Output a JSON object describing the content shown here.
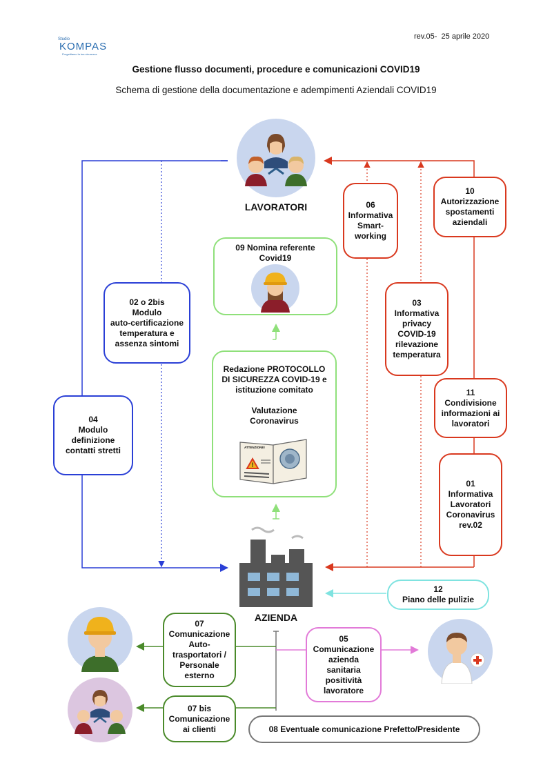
{
  "header": {
    "logo_studio": "Studio",
    "logo_name": "KOMPAS",
    "logo_tagline": "Progettiamo la tua sicurezza",
    "revision": "rev.05-  25 aprile 2020",
    "title": "Gestione flusso documenti, procedure e comunicazioni COVID19",
    "subtitle": "Schema di gestione della documentazione e adempimenti Aziendali COVID19"
  },
  "nodes": {
    "lavoratori": "LAVORATORI",
    "azienda": "AZIENDA",
    "n02": "02 o 2bis\nModulo\nauto-certificazione\ntemperatura e\nassenza sintomi",
    "n04": "04\nModulo\ndefinizione\ncontatti stretti",
    "n09": "09 Nomina referente\nCovid19",
    "protocollo": "Redazione PROTOCOLLO\nDI SICUREZZA COVID-19 e\nistituzione comitato\n\nValutazione\nCoronavirus",
    "book_label": "ATTENZIONE!",
    "n06": "06\nInformativa\nSmart-\nworking",
    "n10": "10\nAutorizzazione\nspostamenti\naziendali",
    "n03": "03\nInformativa\nprivacy\nCOVID-19\nrilevazione\ntemperatura",
    "n11": "11\nCondivisione\ninformazioni ai\nlavoratori",
    "n01": "01\nInformativa\nLavoratori\nCoronavirus\nrev.02",
    "n12": "12\nPiano delle pulizie",
    "n07": "07\nComunicazione\nAuto-\ntrasportatori /\nPersonale\nesterno",
    "n07bis": "07 bis\nComunicazione\nai clienti",
    "n05": "05\nComunicazione\nazienda\nsanitaria\npositività\nlavoratore",
    "n08": "08 Eventuale comunicazione Prefetto/Presidente"
  },
  "colors": {
    "blue": "#2a3fd6",
    "red": "#d9381e",
    "green": "#4a8a2a",
    "light_green": "#8fe07a",
    "pink": "#e27ad8",
    "cyan": "#7fe3e0",
    "gray": "#777777",
    "avatar_bg_blue": "#c9d6ee",
    "avatar_bg_purple": "#dcc6e0"
  },
  "icons": [
    "workers-group-icon",
    "factory-icon",
    "construction-worker-icon",
    "referent-woman-icon",
    "doctor-icon",
    "warning-book-icon",
    "kompas-logo-icon"
  ]
}
